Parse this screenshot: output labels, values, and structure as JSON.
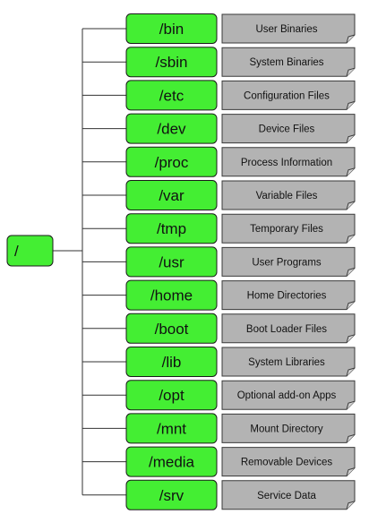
{
  "root": {
    "label": "/"
  },
  "directories": [
    {
      "name": "/bin",
      "description": "User Binaries"
    },
    {
      "name": "/sbin",
      "description": "System Binaries"
    },
    {
      "name": "/etc",
      "description": "Configuration Files"
    },
    {
      "name": "/dev",
      "description": "Device Files"
    },
    {
      "name": "/proc",
      "description": "Process Information"
    },
    {
      "name": "/var",
      "description": "Variable Files"
    },
    {
      "name": "/tmp",
      "description": "Temporary Files"
    },
    {
      "name": "/usr",
      "description": "User Programs"
    },
    {
      "name": "/home",
      "description": "Home Directories"
    },
    {
      "name": "/boot",
      "description": "Boot Loader Files"
    },
    {
      "name": "/lib",
      "description": "System Libraries"
    },
    {
      "name": "/opt",
      "description": "Optional add-on Apps"
    },
    {
      "name": "/mnt",
      "description": "Mount Directory"
    },
    {
      "name": "/media",
      "description": "Removable Devices"
    },
    {
      "name": "/srv",
      "description": "Service Data"
    }
  ],
  "colors": {
    "dir_fill": "#44ee33",
    "dir_stroke": "#1a1a1a",
    "desc_fill": "#b3b3b3",
    "desc_stroke": "#3a3a3a",
    "connector": "#333333"
  }
}
